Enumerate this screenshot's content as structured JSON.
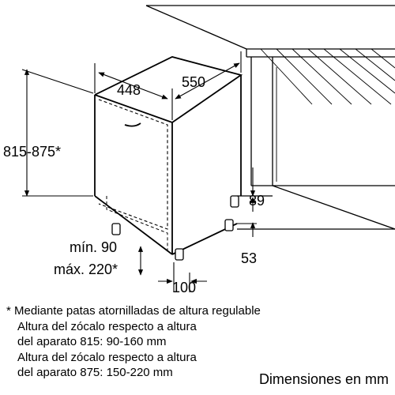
{
  "dimensions": {
    "width": "448",
    "depth": "550",
    "height": "815-875*",
    "plinth_range": "89",
    "foot_offset": "53",
    "min_label": "mín. 90",
    "max_label": "máx. 220*",
    "front_offset": "100"
  },
  "notes": [
    "* Mediante patas atornilladas de altura regulable",
    "Altura del zócalo respecto a altura",
    "del aparato 815: 90-160 mm",
    "Altura del zócalo respecto a altura",
    "del aparato 875: 150-220 mm"
  ],
  "caption": "Dimensiones en mm"
}
